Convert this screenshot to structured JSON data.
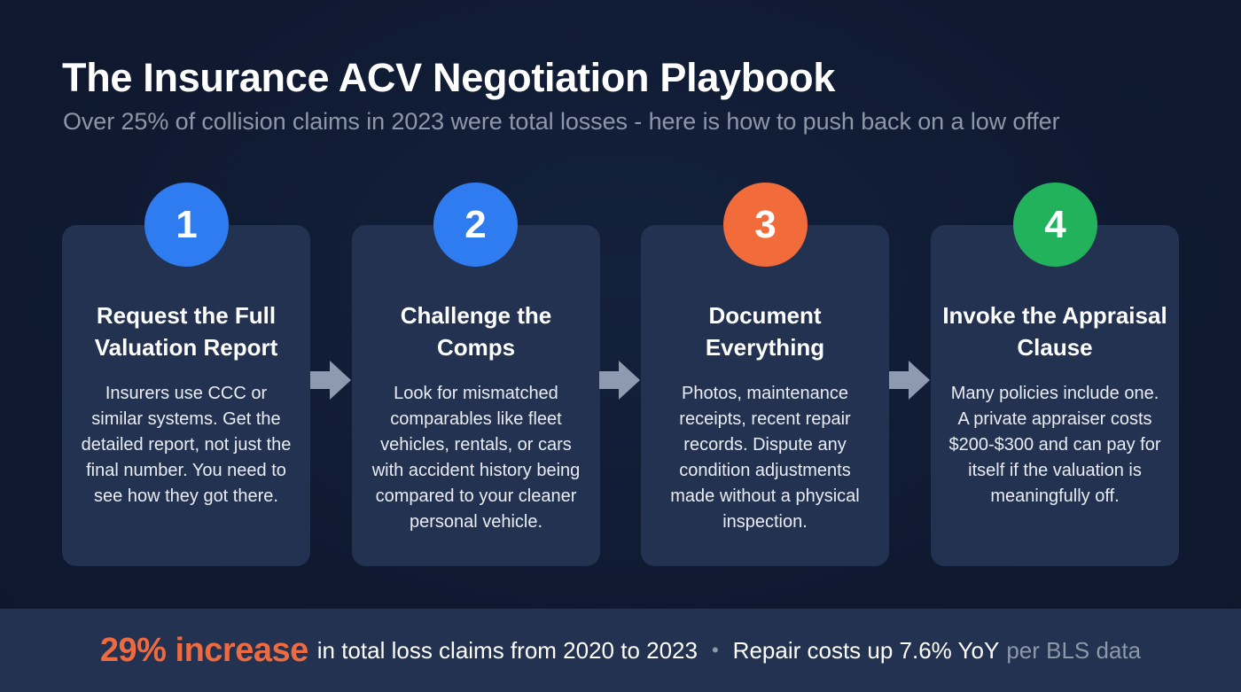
{
  "header": {
    "title": "The Insurance ACV Negotiation Playbook",
    "subtitle": "Over 25% of collision claims in 2023 were total losses - here is how to push back on a low offer"
  },
  "colors": {
    "background": "#0f1a31",
    "card": "#223250",
    "step1": "#2f7cf0",
    "step2": "#2f7cf0",
    "step3": "#f26b3a",
    "step4": "#22b25c",
    "highlight": "#ee6a40",
    "arrow": "#8e9ab0",
    "muted": "#8d97a8"
  },
  "steps": [
    {
      "number": "1",
      "title": "Request the Full Valuation Report",
      "body": "Insurers use CCC or similar systems. Get the detailed report, not just the final number. You need to see how they got there."
    },
    {
      "number": "2",
      "title": "Challenge the Comps",
      "body": "Look for mismatched comparables like fleet vehicles, rentals, or cars with accident history being compared to your cleaner personal vehicle."
    },
    {
      "number": "3",
      "title": "Document Everything",
      "body": "Photos, maintenance receipts, recent repair records. Dispute any condition adjustments made without a physical inspection."
    },
    {
      "number": "4",
      "title": "Invoke the Appraisal Clause",
      "body": "Many policies include one. A private appraiser costs $200-$300 and can pay for itself if the valuation is meaningfully off."
    }
  ],
  "footer": {
    "highlight": "29% increase",
    "stat1_text": "in total loss claims from 2020 to 2023",
    "separator": "•",
    "stat2_text": "Repair costs up 7.6% YoY",
    "source": "per BLS data"
  },
  "icons": {
    "arrow": "arrow-right-icon"
  }
}
